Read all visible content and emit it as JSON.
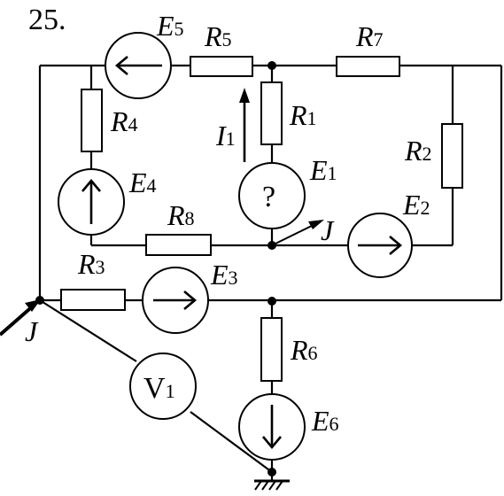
{
  "problem_number": "25.",
  "labels": {
    "E5": {
      "letter": "E",
      "index": "5"
    },
    "R5": {
      "letter": "R",
      "index": "5"
    },
    "R7": {
      "letter": "R",
      "index": "7"
    },
    "R4": {
      "letter": "R",
      "index": "4"
    },
    "R1": {
      "letter": "R",
      "index": "1"
    },
    "I1": {
      "letter": "I",
      "index": "1"
    },
    "R2": {
      "letter": "R",
      "index": "2"
    },
    "E1": {
      "letter": "E",
      "index": "1"
    },
    "E4": {
      "letter": "E",
      "index": "4"
    },
    "R8": {
      "letter": "R",
      "index": "8"
    },
    "E2": {
      "letter": "E",
      "index": "2"
    },
    "J_mid": {
      "letter": "J"
    },
    "R3": {
      "letter": "R",
      "index": "3"
    },
    "E3": {
      "letter": "E",
      "index": "3"
    },
    "J_left": {
      "letter": "J"
    },
    "R6": {
      "letter": "R",
      "index": "6"
    },
    "E6": {
      "letter": "E",
      "index": "6"
    }
  },
  "unknown_source": "?",
  "voltmeter": {
    "letter": "V",
    "index": "1"
  }
}
